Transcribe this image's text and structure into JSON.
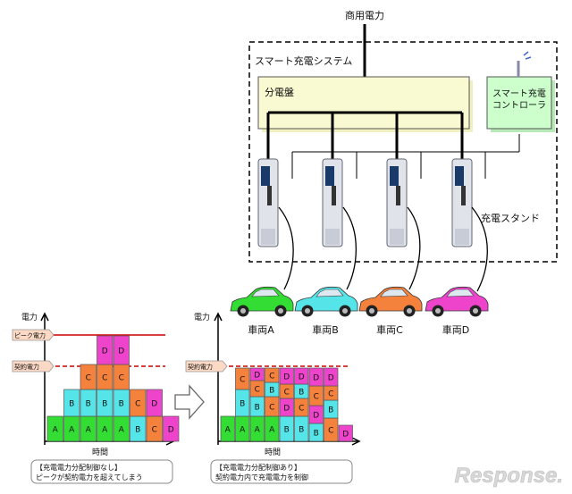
{
  "top": {
    "grid_power": "商用電力",
    "system_title": "スマート充電システム",
    "panel": "分電盤",
    "controller_line1": "スマート充電",
    "controller_line2": "コントローラ",
    "stand": "充電スタンド"
  },
  "vehicles": [
    {
      "label": "車両A",
      "color": "#33dd33"
    },
    {
      "label": "車両B",
      "color": "#55e5e8"
    },
    {
      "label": "車両C",
      "color": "#f5823c"
    },
    {
      "label": "車両D",
      "color": "#ee44cc"
    }
  ],
  "left_chart": {
    "y_label": "電力",
    "x_label": "時間",
    "peak_label": "ピーク電力",
    "contract_label": "契約電力",
    "caption_line1": "【充電電力分配制御なし】",
    "caption_line2": "ピークが契約電力を超えてしまう"
  },
  "right_chart": {
    "y_label": "電力",
    "x_label": "時間",
    "contract_label": "契約電力",
    "caption_line1": "【充電電力分配制御あり】",
    "caption_line2": "契約電力内で充電電力を制御"
  },
  "block_letters": {
    "A": "A",
    "B": "B",
    "C": "C",
    "D": "D"
  },
  "colors": {
    "A": "#33dd33",
    "B": "#55e5e8",
    "C": "#f5823c",
    "D": "#ee44cc",
    "peak_line": "#cc0000",
    "contract_line": "#cc0000",
    "panel_fill": "#fafad2",
    "controller_fill": "#ccffcc"
  },
  "watermark": "Response."
}
